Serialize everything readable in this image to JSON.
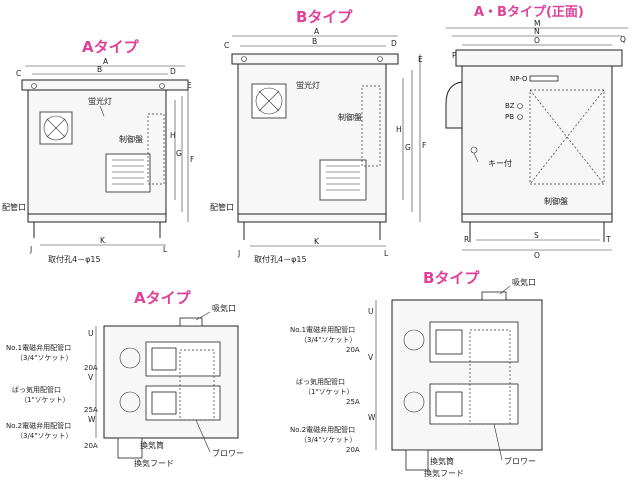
{
  "titles": {
    "a_top": "Aタイプ",
    "b_top": "Bタイプ",
    "ab_front": "A・Bタイプ(正面)",
    "a_plan": "Aタイプ",
    "b_plan": "Bタイプ"
  },
  "dims": {
    "A": "A",
    "B": "B",
    "C": "C",
    "D": "D",
    "E": "E",
    "F": "F",
    "G": "G",
    "H": "H",
    "J": "J",
    "K": "K",
    "L": "L",
    "M": "M",
    "N": "N",
    "O": "O",
    "P": "P",
    "Q": "Q",
    "R": "R",
    "S": "S",
    "T": "T",
    "U": "U",
    "V": "V",
    "W": "W"
  },
  "labels": {
    "fluorescent": "蛍光灯",
    "control_panel": "制御盤",
    "conduit_port": "配管口",
    "mounting_hole": "取付孔4－φ15",
    "np_o": "NP-O",
    "bz": "BZ",
    "pb": "PB",
    "with_key": "キー付",
    "intake": "吸気口",
    "exhaust_vent": "換気筒",
    "exhaust_hood": "換気フード",
    "blower": "ブロワー",
    "no1_valve": "No.1電磁弁用配管口",
    "no1_socket": "（3/4\"ソケット）",
    "no1_amp": "20A",
    "aeration": "ばっ気用配管口",
    "aeration_socket": "（1\"ソケット）",
    "aeration_amp": "25A",
    "no2_valve": "No.2電磁弁用配管口",
    "no2_socket": "（3/4\"ソケット）",
    "no2_amp": "20A"
  }
}
